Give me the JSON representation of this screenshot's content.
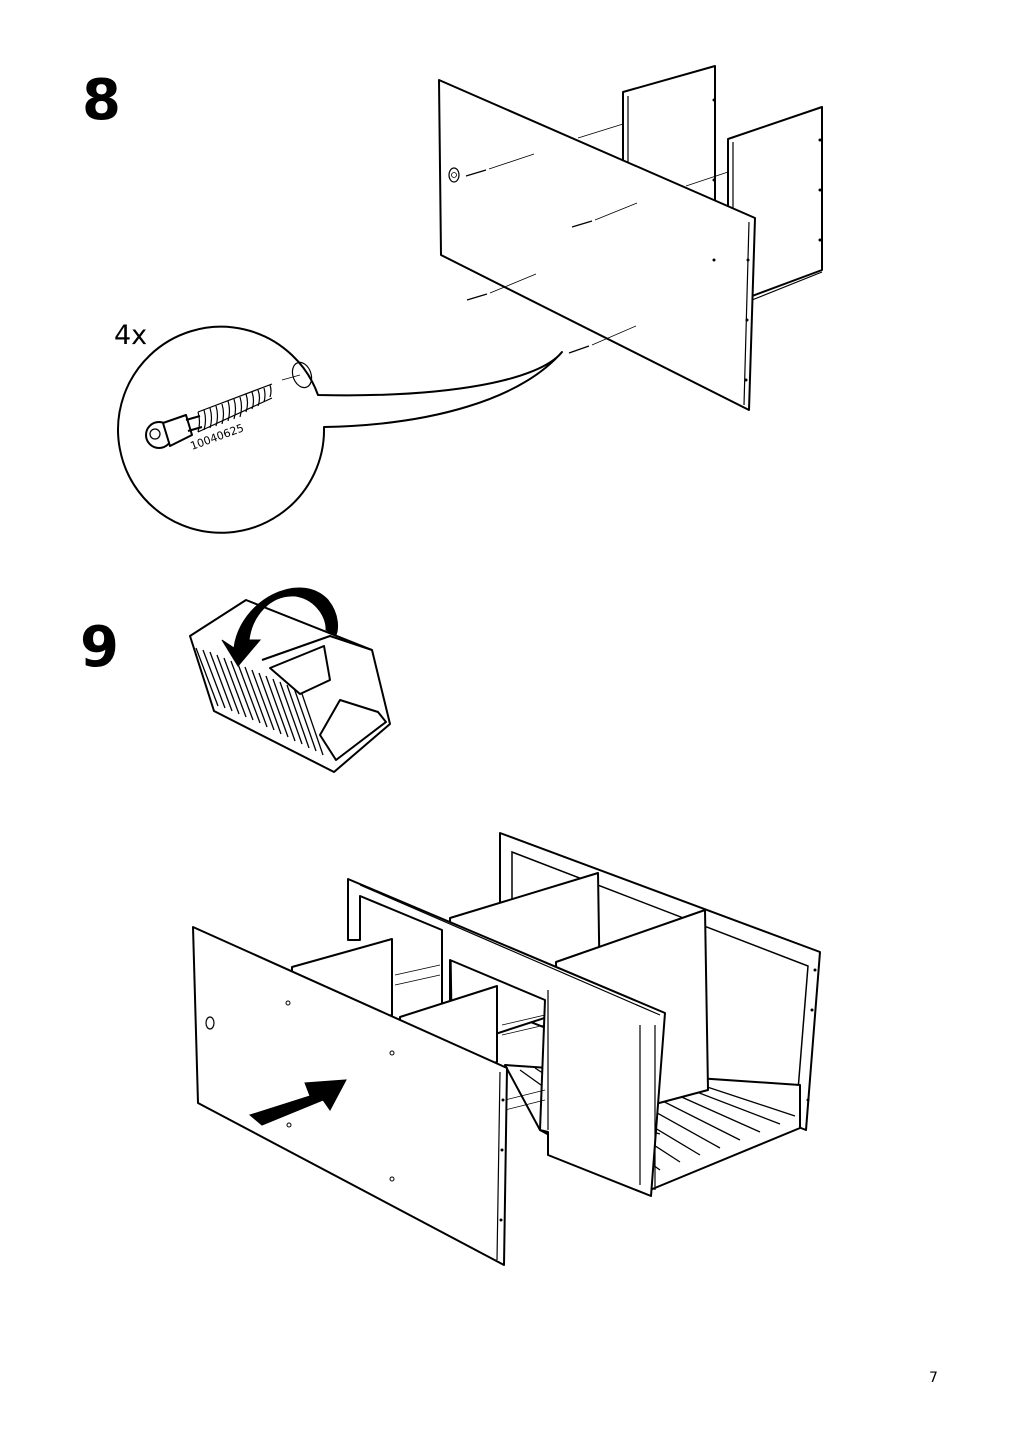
{
  "steps": [
    {
      "number": "8",
      "fastener": {
        "quantity": "4x",
        "part_number": "10040625",
        "icon": "cam-screw-icon"
      }
    },
    {
      "number": "9"
    }
  ],
  "icons": [
    "cam-screw-icon",
    "rotate-arrow-icon",
    "push-arrow-icon"
  ],
  "page": {
    "number": "7"
  }
}
